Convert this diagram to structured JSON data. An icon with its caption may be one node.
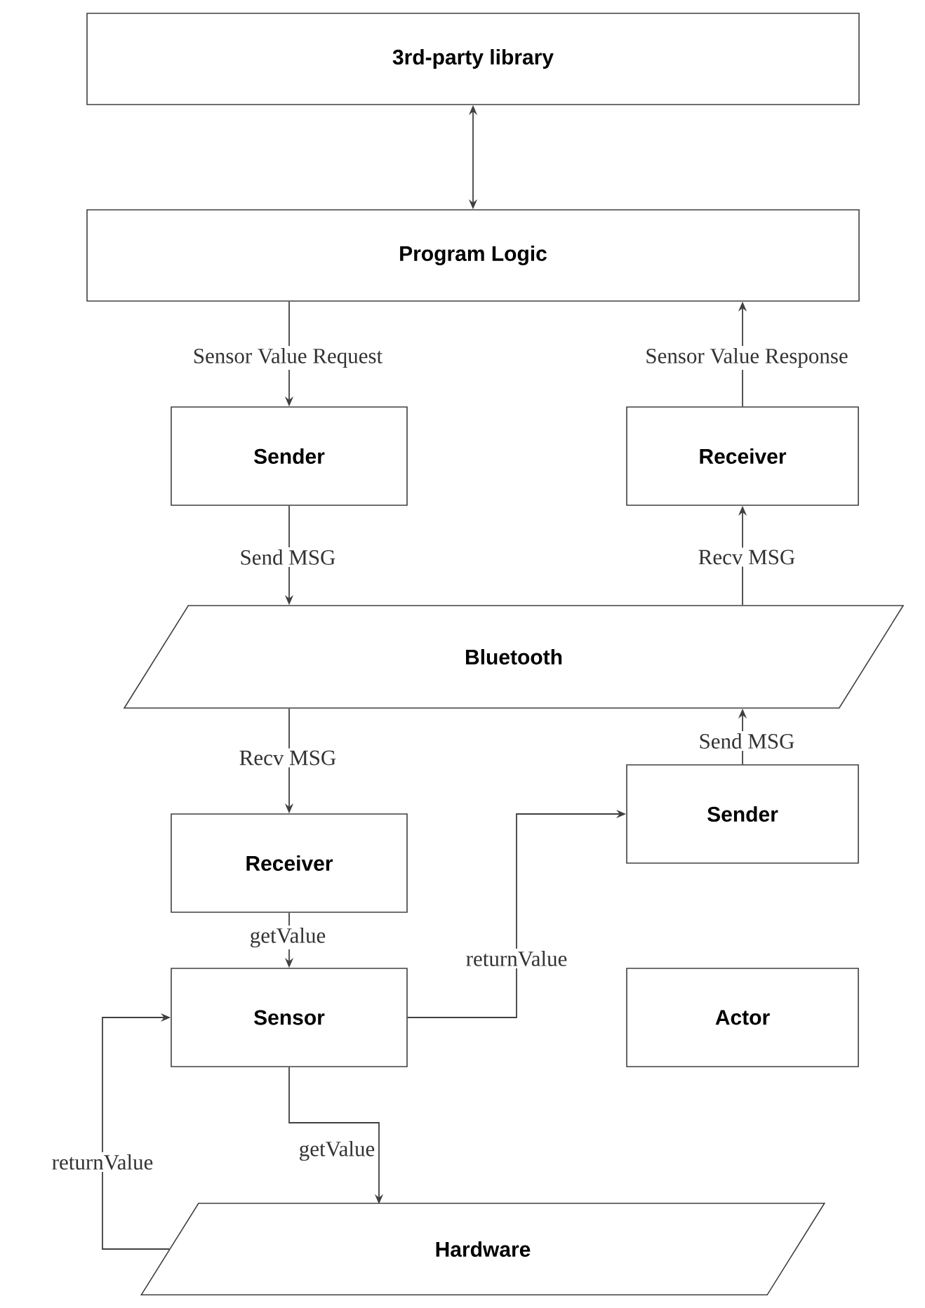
{
  "diagram": {
    "nodes": [
      {
        "text": [
          "3rd-party library"
        ]
      },
      {
        "text": [
          "Program Logic"
        ]
      },
      {
        "text": [
          "Sender"
        ]
      },
      {
        "text": [
          "Receiver"
        ]
      },
      {
        "text": [
          "Bluetooth"
        ]
      },
      {
        "text": [
          "Receiver"
        ]
      },
      {
        "text": [
          "Sender"
        ]
      },
      {
        "text": [
          "Sensor"
        ]
      },
      {
        "text": [
          "Actor"
        ]
      },
      {
        "text": [
          "Hardware"
        ]
      }
    ],
    "edges": [
      {
        "from": 0,
        "to": 1,
        "arrow": "both"
      },
      {
        "from": 1,
        "to": 2,
        "arrow": "to",
        "label": "Sensor Value Request"
      },
      {
        "from": 3,
        "to": 1,
        "arrow": "to",
        "label": "Sensor Value Response"
      },
      {
        "from": 2,
        "to": 4,
        "arrow": "to",
        "label": "Send MSG"
      },
      {
        "from": 4,
        "to": 3,
        "arrow": "to",
        "label": "Recv MSG"
      },
      {
        "from": 4,
        "to": 5,
        "arrow": "to",
        "label": "Recv MSG"
      },
      {
        "from": 6,
        "to": 4,
        "arrow": "to",
        "label": "Send MSG"
      },
      {
        "from": 5,
        "to": 7,
        "arrow": "to",
        "label": "getValue"
      },
      {
        "from": 7,
        "to": 6,
        "arrow": "to",
        "label": "returnValue"
      },
      {
        "from": 7,
        "to": 9,
        "arrow": "to",
        "label": "getValue"
      },
      {
        "from": 9,
        "to": 7,
        "arrow": "to",
        "label": "returnValue"
      }
    ]
  }
}
